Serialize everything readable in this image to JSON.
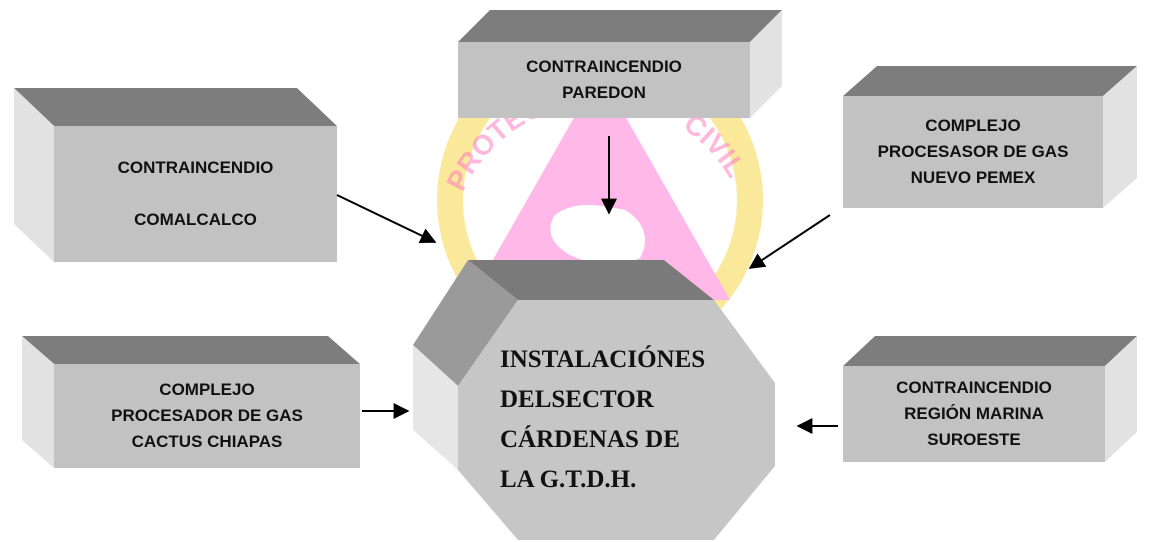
{
  "diagram": {
    "watermark": {
      "top_text_left": "PROTECCI",
      "top_text_right": "CIVIL",
      "colors": {
        "triangle": "#ff3cc8",
        "ring": "#f2c700",
        "ring_text": "#ff4fa0"
      }
    },
    "boxes": {
      "comalcalco": {
        "lines": [
          "CONTRAINCENDIO",
          "",
          "COMALCALCO"
        ]
      },
      "paredon": {
        "lines": [
          "CONTRAINCENDIO",
          "PAREDON"
        ]
      },
      "nuevo_pemex": {
        "lines": [
          "COMPLEJO",
          "PROCESASOR DE GAS",
          "NUEVO PEMEX"
        ]
      },
      "cactus": {
        "lines": [
          "COMPLEJO",
          "PROCESADOR DE GAS",
          "CACTUS CHIAPAS"
        ]
      },
      "marina": {
        "lines": [
          "CONTRAINCENDIO",
          "REGIÓN MARINA",
          "SUROESTE"
        ]
      }
    },
    "center": {
      "lines": [
        "INSTALACIÓNES",
        "DELSECTOR",
        "CÁRDENAS DE",
        "LA G.T.D.H."
      ]
    },
    "colors": {
      "box_front": "#c2c2c2",
      "box_top": "#7a7a7a",
      "box_side": "#e0e0e0",
      "octagon": "#c6c6c6",
      "arrow": "#000000"
    }
  }
}
